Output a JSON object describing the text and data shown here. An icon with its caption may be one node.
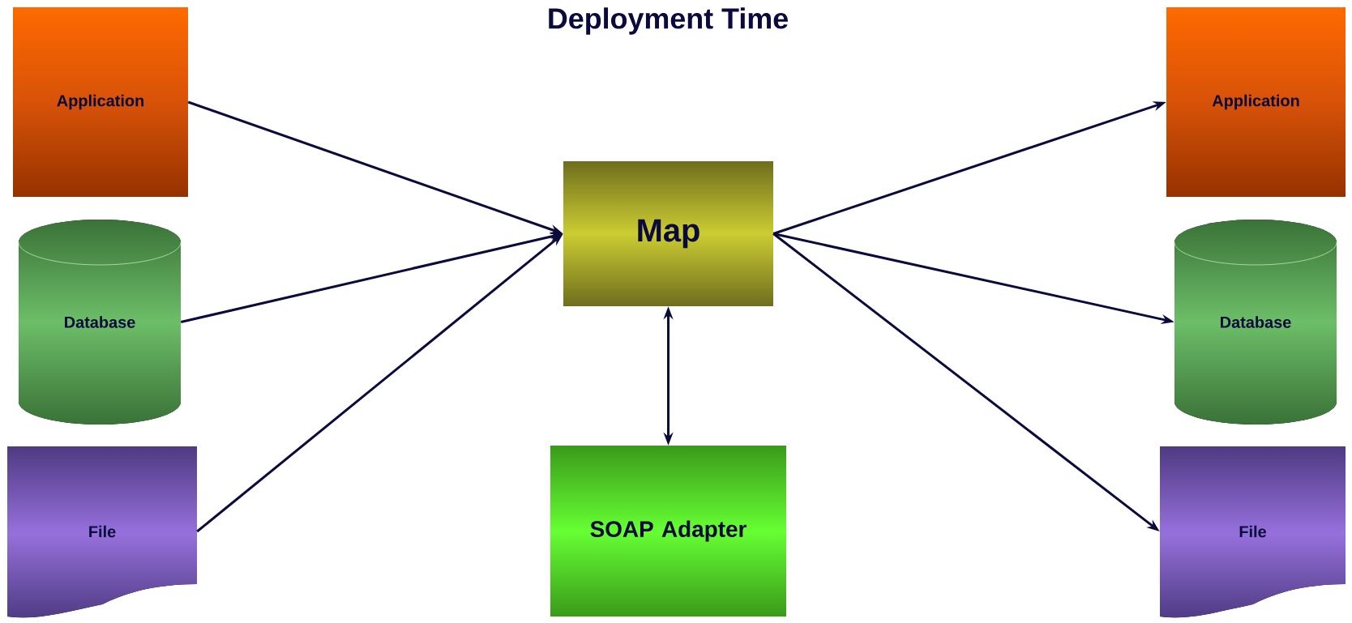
{
  "diagram": {
    "title": "Deployment Time",
    "nodes": [
      {
        "text": [
          "Application"
        ]
      },
      {
        "text": [
          "Database"
        ]
      },
      {
        "text": [
          "File"
        ]
      },
      {
        "text": [
          "Map"
        ]
      },
      {
        "text": [
          "SOAP Adapter"
        ]
      },
      {
        "text": [
          "Application"
        ]
      },
      {
        "text": [
          "Database"
        ]
      },
      {
        "text": [
          "File"
        ]
      }
    ],
    "edges": [
      {
        "from": 0,
        "to": 3,
        "arrow": "to"
      },
      {
        "from": 1,
        "to": 3,
        "arrow": "to"
      },
      {
        "from": 2,
        "to": 3,
        "arrow": "to"
      },
      {
        "from": 3,
        "to": 5,
        "arrow": "to"
      },
      {
        "from": 3,
        "to": 6,
        "arrow": "to"
      },
      {
        "from": 3,
        "to": 7,
        "arrow": "to"
      },
      {
        "from": 3,
        "to": 4,
        "arrow": "both"
      }
    ]
  }
}
